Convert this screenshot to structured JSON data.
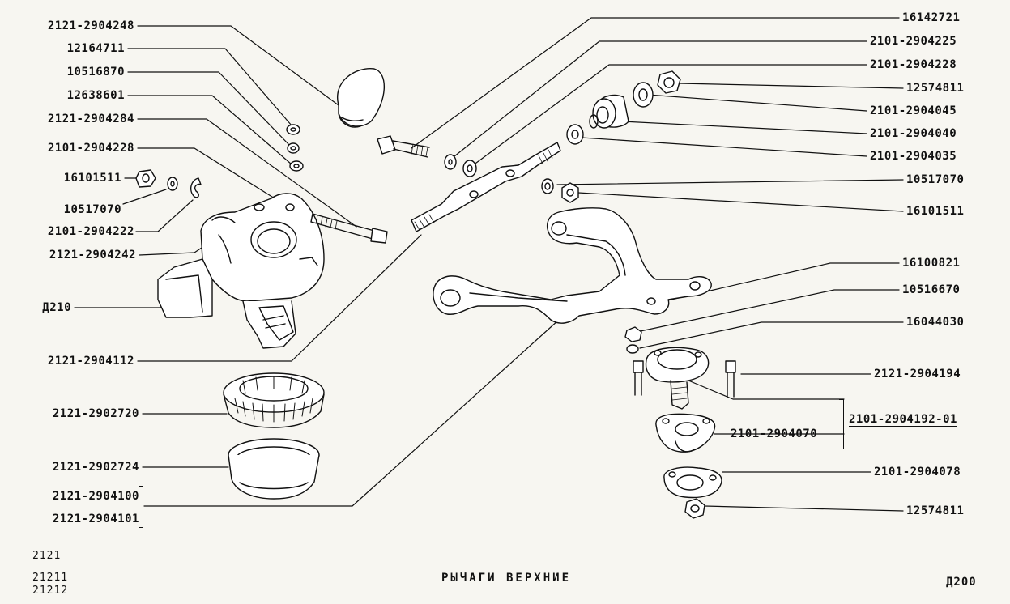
{
  "title": "РЫЧАГИ ВЕРХНИЕ",
  "sheet": "Д200",
  "models": [
    "2121",
    "21211",
    "21212"
  ],
  "left_labels": [
    "2121-2904248",
    "12164711",
    "10516870",
    "12638601",
    "2121-2904284",
    "2101-2904228",
    "16101511",
    "10517070",
    "2101-2904222",
    "2121-2904242",
    "Д210",
    "2121-2904112",
    "2121-2902720",
    "2121-2902724",
    "2121-2904100",
    "2121-2904101"
  ],
  "right_labels": [
    "16142721",
    "2101-2904225",
    "2101-2904228",
    "12574811",
    "2101-2904045",
    "2101-2904040",
    "2101-2904035",
    "10517070",
    "16101511",
    "16100821",
    "10516670",
    "16044030",
    "2121-2904194",
    "2101-2904192-01",
    "2101-2904070",
    "2101-2904078",
    "12574811"
  ]
}
